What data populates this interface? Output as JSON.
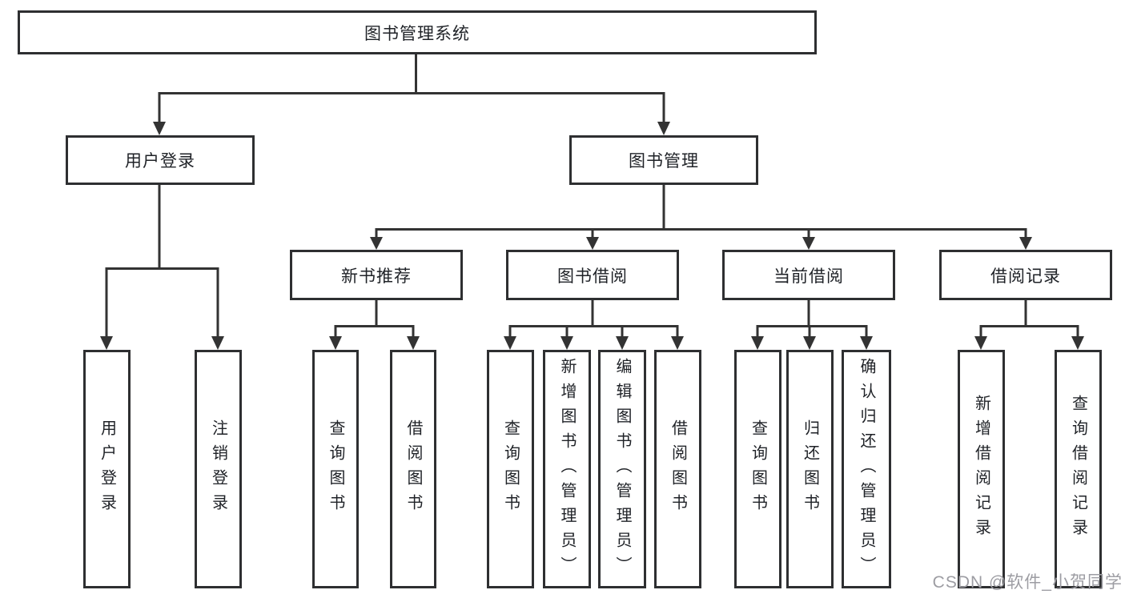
{
  "diagram": {
    "title": "图书管理系统",
    "nodes": {
      "root": "图书管理系统",
      "level2": [
        "用户登录",
        "图书管理"
      ],
      "level3": [
        "新书推荐",
        "图书借阅",
        "当前借阅",
        "借阅记录"
      ],
      "user_login_leaves": [
        "用户登录",
        "注销登录"
      ],
      "new_book_leaves": [
        "查询图书",
        "借阅图书"
      ],
      "book_borrow_leaves": [
        "查询图书",
        "新增图书（管理员）",
        "编辑图书（管理员）",
        "借阅图书"
      ],
      "current_borrow_leaves": [
        "查询图书",
        "归还图书",
        "确认归还（管理员）"
      ],
      "record_leaves": [
        "新增借阅记录",
        "查询借阅记录"
      ]
    }
  },
  "watermark": "CSDN @软件_小贺同学",
  "colors": {
    "line": "#333333",
    "border": "#2e2f31",
    "text": "#1f2227",
    "watermark": "#9d9da3",
    "background": "#ffffff"
  }
}
